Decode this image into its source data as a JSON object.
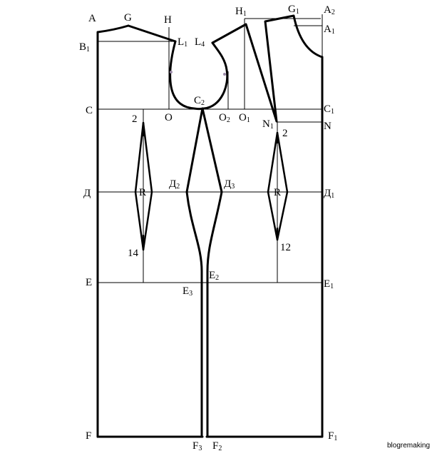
{
  "labels": {
    "A": "A",
    "G": "G",
    "H": "H",
    "H1": "H",
    "H1_sub": "1",
    "G1": "G",
    "G1_sub": "1",
    "A2": "A",
    "A2_sub": "2",
    "A1": "A",
    "A1_sub": "1",
    "B1": "B",
    "B1_sub": "1",
    "L1": "L",
    "L1_sub": "1",
    "L4": "L",
    "L4_sub": "4",
    "C": "C",
    "C2": "C",
    "C2_sub": "2",
    "C1": "C",
    "C1_sub": "1",
    "O": "O",
    "O2": "O",
    "O2_sub": "2",
    "O1": "O",
    "O1_sub": "1",
    "N1": "N",
    "N1_sub": "1",
    "N": "N",
    "n2_left": "2",
    "n2_right": "2",
    "D": "Д",
    "D2": "Д",
    "D2_sub": "2",
    "D3": "Д",
    "D3_sub": "3",
    "D1": "Д",
    "D1_sub": "1",
    "R_left": "R",
    "R_right": "R",
    "n14": "14",
    "n12": "12",
    "E": "E",
    "E2": "E",
    "E2_sub": "2",
    "E3": "E",
    "E3_sub": "3",
    "E1": "E",
    "E1_sub": "1",
    "F": "F",
    "F3": "F",
    "F3_sub": "3",
    "F2": "F",
    "F2_sub": "2",
    "F1": "F",
    "F1_sub": "1"
  },
  "credit": "blogremaking"
}
